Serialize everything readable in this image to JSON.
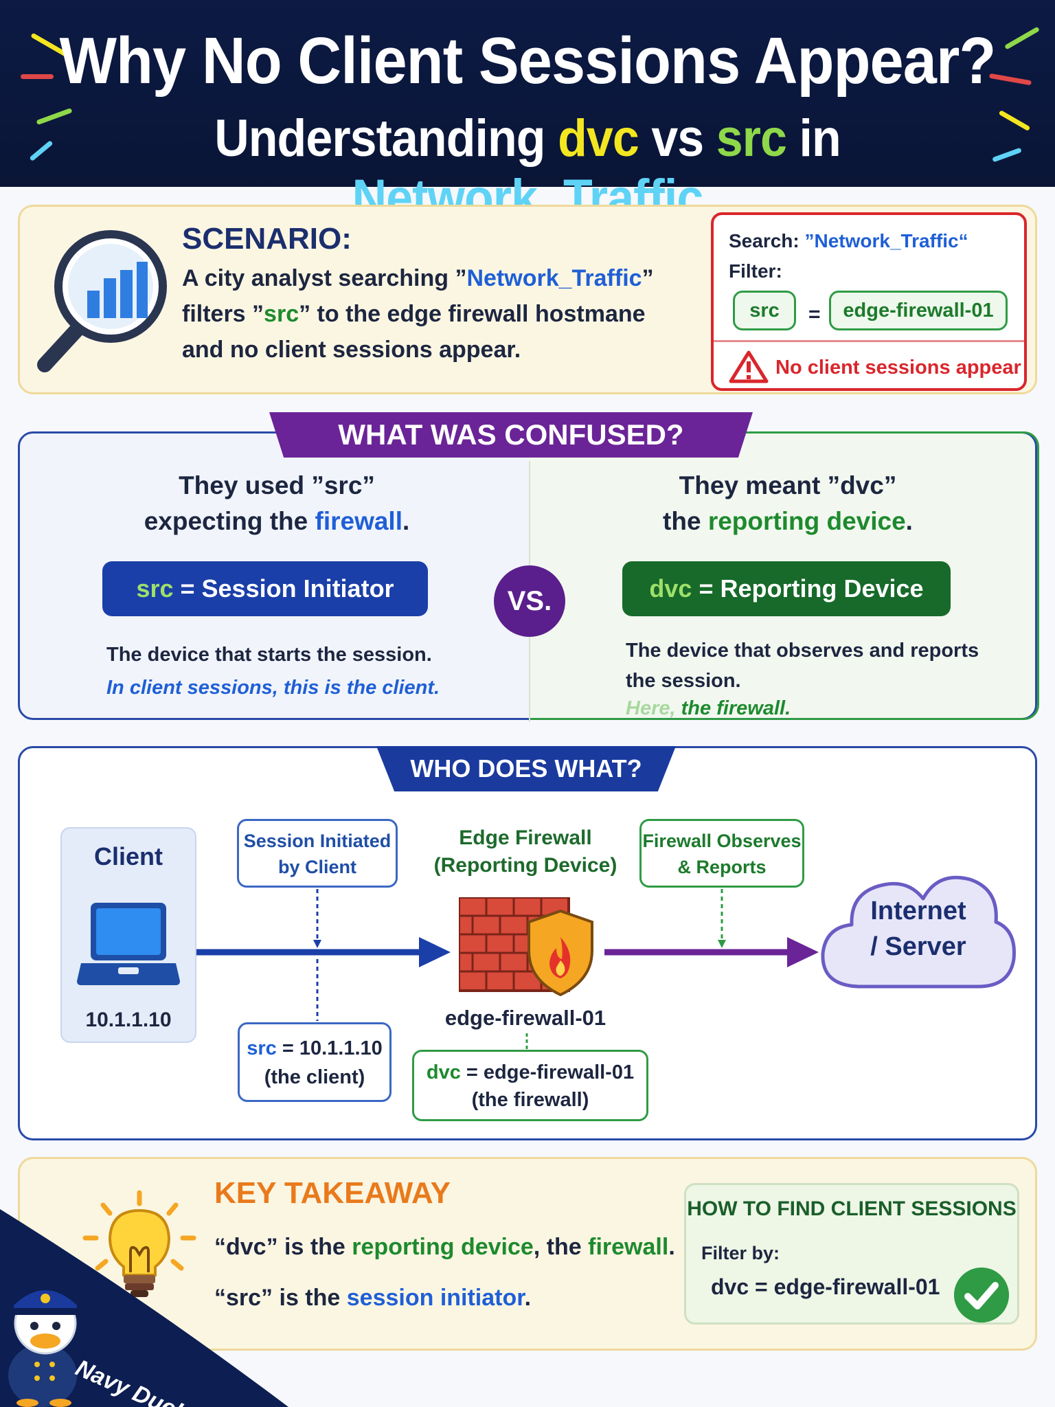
{
  "header": {
    "title": "Why No Client Sessions Appear?",
    "subtitle_prefix": "Understanding ",
    "subtitle_dvc": "dvc",
    "subtitle_vs": " vs ",
    "subtitle_src": "src",
    "subtitle_in": " in ",
    "subtitle_dataset": "Network_Traffic"
  },
  "scenario": {
    "heading": "SCENARIO:",
    "text_1": "A city analyst searching ”",
    "text_dataset": "Network_Traffic",
    "text_2": "”",
    "text_3": "filters ”",
    "text_src": "src",
    "text_4": "” to the edge firewall hostmane",
    "text_5": "and no client sessions appear.",
    "search_label": "Search: ",
    "search_value": "”Network_Traffic“",
    "filter_label": "Filter:",
    "filter_field": "src",
    "filter_eq": "=",
    "filter_value": "edge-firewall-01",
    "warning": "No client sessions appear"
  },
  "confused": {
    "banner": "WHAT WAS CONFUSED?",
    "left_q1": "They used ”src”",
    "left_q2_a": "expecting the ",
    "left_q2_b": "firewall",
    "left_q2_c": ".",
    "right_q1": "They meant ”dvc”",
    "right_q2_a": "the ",
    "right_q2_b": "reporting device",
    "right_q2_c": ".",
    "src_key": "src",
    "src_def": " = Session Initiator",
    "dvc_key": "dvc",
    "dvc_def": " = Reporting Device",
    "vs": "VS.",
    "left_desc": "The device that starts the session.",
    "left_note": "In client sessions, this is the client.",
    "right_desc_1": "The device that observes and reports",
    "right_desc_2": "the session.",
    "right_note_a": "Here, ",
    "right_note_b": "the firewall."
  },
  "who": {
    "banner": "WHO DOES WHAT?",
    "client_title": "Client",
    "client_ip": "10.1.1.10",
    "initiated_1": "Session Initiated",
    "initiated_2": "by Client",
    "fw_title_1": "Edge Firewall",
    "fw_title_2": "(Reporting Device)",
    "fw_host": "edge-firewall-01",
    "observes_1": "Firewall Observes",
    "observes_2": "& Reports",
    "server_1": "Internet",
    "server_2": "/ Server",
    "src_key": "src",
    "src_val": " = 10.1.1.10",
    "src_note": "(the client)",
    "dvc_key": "dvc",
    "dvc_val": " = edge-firewall-01",
    "dvc_note": "(the firewall)"
  },
  "takeaway": {
    "heading": "KEY TAKEAWAY",
    "line1_a": "“dvc” is the ",
    "line1_b": "reporting device",
    "line1_c": ", the ",
    "line1_d": "firewall",
    "line1_e": ".",
    "line2_a": "“src” is the ",
    "line2_b": "session initiator",
    "line2_c": ".",
    "howto_title": "HOW TO FIND CLIENT SESSIONS",
    "howto_filter": "Filter by:",
    "howto_value": "dvc = edge-firewall-01"
  },
  "brand": {
    "name": "Navy Duck"
  },
  "colors": {
    "header_bg": "#0c1a44",
    "accent_yellow": "#f3e621",
    "accent_green": "#8fd84a",
    "accent_cyan": "#5fd3f6",
    "src_blue": "#1a3fa8",
    "dvc_green": "#176a2a",
    "confused_purple": "#6a2497",
    "warning_red": "#d9262c",
    "takeaway_orange": "#e97a1c"
  }
}
